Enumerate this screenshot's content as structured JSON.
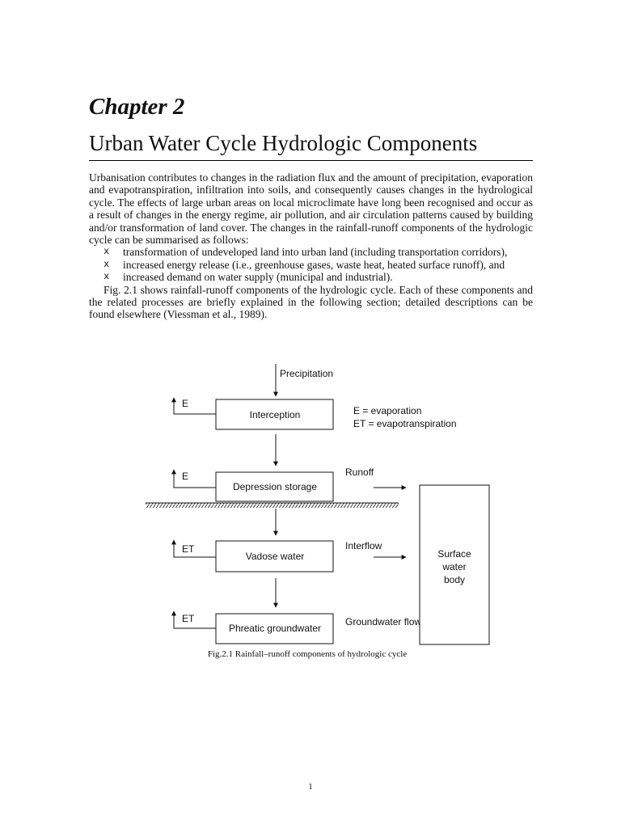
{
  "chapter": {
    "label": "Chapter 2",
    "title": "Urban Water Cycle Hydrologic Components"
  },
  "body": {
    "intro": "Urbanisation contributes to changes in the radiation flux and the amount of precipitation, evaporation and evapotranspiration, infiltration into soils, and consequently causes changes in the hydrological cycle. The effects of large urban areas on local microclimate have long been recognised and occur as a result of changes in the energy regime, air pollution, and air circulation patterns caused by building and/or transformation of land cover. The changes in the rainfall-runoff components of the hydrologic cycle can be summarised as follows:",
    "bullet_symbol": "x",
    "bullets": [
      "transformation of undeveloped land into urban land (including transportation corridors),",
      "increased energy release (i.e., greenhouse gases, waste heat, heated surface runoff), and",
      "increased demand on water supply (municipal and industrial)."
    ],
    "closing": "Fig. 2.1 shows rainfall-runoff components of the hydrologic cycle. Each of these components and the related processes are briefly explained in the following section; detailed descriptions can be found elsewhere (Viessman et al., 1989)."
  },
  "figure": {
    "precipitation": "Precipitation",
    "boxes": {
      "interception": "Interception",
      "depression": "Depression storage",
      "vadose": "Vadose water",
      "phreatic": "Phreatic groundwater",
      "surface_line1": "Surface",
      "surface_line2": "water",
      "surface_line3": "body"
    },
    "losses": {
      "interception": "E",
      "depression": "E",
      "vadose": "ET",
      "phreatic": "ET"
    },
    "legend": {
      "e": "E = evaporation",
      "et": "ET = evapotranspiration"
    },
    "flows": {
      "runoff": "Runoff",
      "interflow": "Interflow",
      "groundwater": "Groundwater flow"
    },
    "caption": "Fig.2.1 Rainfall–runoff components of hydrologic cycle"
  },
  "page_number": "1"
}
